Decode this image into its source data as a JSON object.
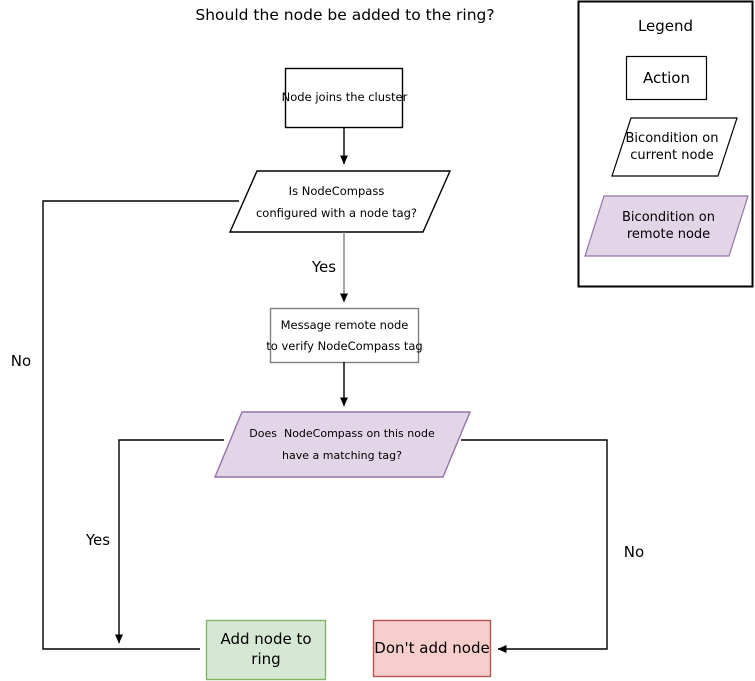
{
  "title": "Should the node be added to the ring?",
  "colors": {
    "stroke": "#000000",
    "action_fill": "#ffffff",
    "current_node_fill": "#ffffff",
    "remote_node_fill": "#e1d5e7",
    "remote_node_stroke": "#9673a6",
    "add_fill": "#d5e8d4",
    "add_stroke": "#82b366",
    "deny_fill": "#f8cecc",
    "deny_stroke": "#b85450",
    "edge": "#000000"
  },
  "legend": {
    "heading": "Legend",
    "items": [
      {
        "shape": "rectangle",
        "label": "Action"
      },
      {
        "shape": "parallelogram",
        "label": "Bicondition on\ncurrent node"
      },
      {
        "shape": "parallelogram-filled",
        "label": "Bicondition on\nremote node"
      }
    ]
  },
  "flow": {
    "nodes": [
      {
        "id": "start",
        "shape": "rectangle",
        "label": "Node joins the cluster"
      },
      {
        "id": "has-tag",
        "shape": "parallelogram",
        "label": "Is NodeCompass\nconfigured with a node tag?"
      },
      {
        "id": "message",
        "shape": "rectangle",
        "label": "Message remote node\nto verify NodeCompass tag"
      },
      {
        "id": "matching-tag",
        "shape": "parallelogram-filled",
        "label": "Does  NodeCompass on this node\nhave a matching tag?"
      },
      {
        "id": "add-node",
        "shape": "rectangle-green",
        "label": "Add node to\nring"
      },
      {
        "id": "deny-node",
        "shape": "rectangle-red",
        "label": "Don't add node"
      }
    ],
    "edge_labels": [
      {
        "id": "has-tag-yes",
        "label": "Yes"
      },
      {
        "id": "has-tag-no",
        "label": "No"
      },
      {
        "id": "matching-tag-yes",
        "label": "Yes"
      },
      {
        "id": "matching-tag-no",
        "label": "No"
      }
    ]
  }
}
